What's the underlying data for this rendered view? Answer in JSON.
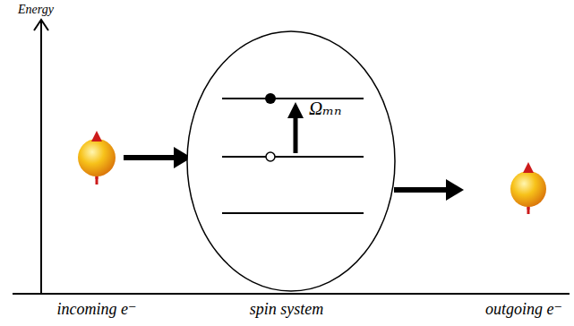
{
  "diagram": {
    "labels": [
      "Energy",
      "Ωₘₙ",
      "incoming e⁻",
      "spin system",
      "outgoing e⁻"
    ]
  }
}
